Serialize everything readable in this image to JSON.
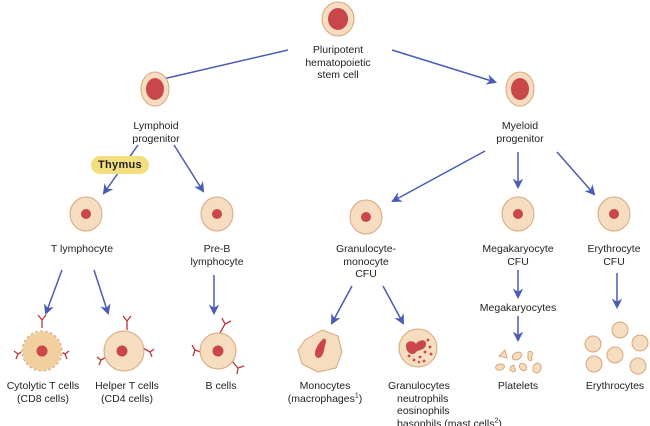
{
  "title": "Hematopoietic cell lineage",
  "colors": {
    "arrow": "#4a5bb5",
    "cell_fill": "#f6dcc0",
    "cell_stroke": "#d9a77a",
    "nucleus": "#c9474a",
    "receptor": "#b8373c",
    "thymus_badge": "#f3df7f"
  },
  "nodes": {
    "stem": {
      "label_lines": [
        "Pluripotent",
        "hematopoietic",
        "stem cell"
      ]
    },
    "lymphoid": {
      "label_lines": [
        "Lymphoid",
        "progenitor"
      ]
    },
    "myeloid": {
      "label_lines": [
        "Myeloid",
        "progenitor"
      ]
    },
    "thymus": {
      "label": "Thymus"
    },
    "t_lymphocyte": {
      "label_lines": [
        "T lymphocyte"
      ]
    },
    "pre_b": {
      "label_lines": [
        "Pre-B",
        "lymphocyte"
      ]
    },
    "gm_cfu": {
      "label_lines": [
        "Granulocyte-",
        "monocyte",
        "CFU"
      ]
    },
    "mk_cfu": {
      "label_lines": [
        "Megakaryocyte",
        "CFU"
      ]
    },
    "ery_cfu": {
      "label_lines": [
        "Erythrocyte",
        "CFU"
      ]
    },
    "megakaryocytes": {
      "label": "Megakaryocytes"
    },
    "cytolytic_t": {
      "label_lines": [
        "Cytolytic T cells",
        "(CD8 cells)"
      ]
    },
    "helper_t": {
      "label_lines": [
        "Helper T cells",
        "(CD4 cells)"
      ]
    },
    "b_cells": {
      "label_lines": [
        "B cells"
      ]
    },
    "monocytes": {
      "line1": "Monocytes",
      "line2_text": "(macrophages",
      "line2_sup": "1",
      "line2_end": ")"
    },
    "granulocytes": {
      "line1": "Granulocytes",
      "line2": "neutrophils",
      "line3": "eosinophils",
      "line4_text": "basophils (mast cells",
      "line4_sup": "2",
      "line4_end": ")"
    },
    "platelets": {
      "label_lines": [
        "Platelets"
      ]
    },
    "erythrocytes": {
      "label_lines": [
        "Erythrocytes"
      ]
    }
  }
}
